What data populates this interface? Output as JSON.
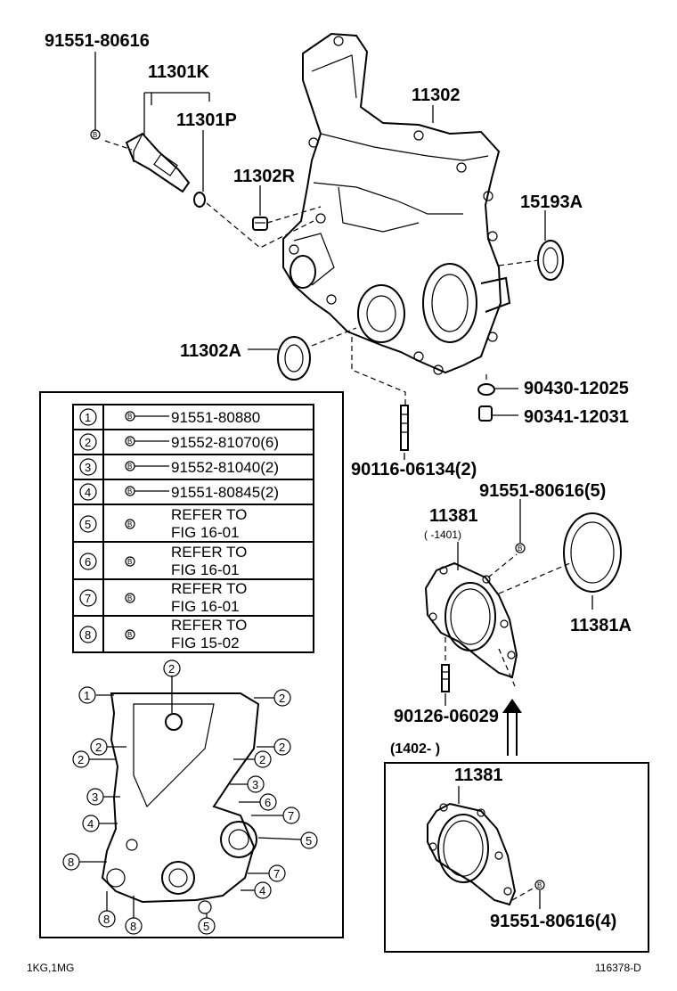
{
  "callouts": {
    "c_91551_80616": "91551-80616",
    "c_11301k": "11301K",
    "c_11301p": "11301P",
    "c_11302": "11302",
    "c_11302r": "11302R",
    "c_15193a": "15193A",
    "c_11302a": "11302A",
    "c_90430": "90430-12025",
    "c_90341": "90341-12031",
    "c_90116": "90116-06134(2)",
    "c_91551_80616_5": "91551-80616(5)",
    "c_11381_upper": "11381",
    "c_11381_range": "(      -1401)",
    "c_11381a": "11381A",
    "c_90126": "90126-06029",
    "c_range_lower": "(1402-      )",
    "c_11381_lower": "11381",
    "c_91551_80616_4": "91551-80616(4)"
  },
  "bolt_table": {
    "rows": [
      {
        "num": "1",
        "text1": "91551-80880",
        "text2": ""
      },
      {
        "num": "2",
        "text1": "91552-81070(6)",
        "text2": ""
      },
      {
        "num": "3",
        "text1": "91552-81040(2)",
        "text2": ""
      },
      {
        "num": "4",
        "text1": "91551-80845(2)",
        "text2": ""
      },
      {
        "num": "5",
        "text1": "REFER TO",
        "text2": "FIG 16-01"
      },
      {
        "num": "6",
        "text1": "REFER TO",
        "text2": "FIG 16-01"
      },
      {
        "num": "7",
        "text1": "REFER TO",
        "text2": "FIG 16-01"
      },
      {
        "num": "8",
        "text1": "REFER TO",
        "text2": "FIG 15-02"
      }
    ],
    "bolt_symbol": "B"
  },
  "bolt_markers": {
    "m1": "1",
    "m2": "2",
    "m3": "3",
    "m4": "4",
    "m5": "5",
    "m6": "6",
    "m7": "7",
    "m8": "8"
  },
  "footer": {
    "engine_codes": "1KG,1MG",
    "diagram_id": "116378-D"
  }
}
